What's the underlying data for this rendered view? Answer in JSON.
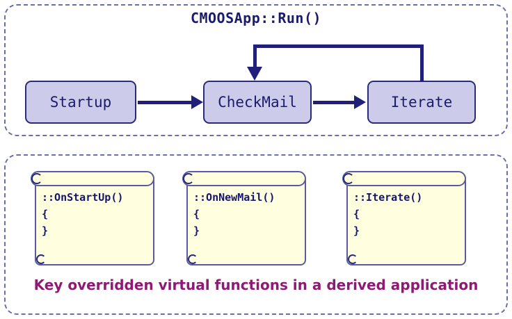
{
  "diagram": {
    "background_color": "#ffffff",
    "accent_colors": {
      "panel_border": "#6d6dae",
      "box_fill": "#ccccea",
      "box_border": "#2a2a78",
      "arrow": "#20207a",
      "text_navy": "#1b1b6e",
      "note_fill": "#ffffe0",
      "note_border": "#5a5a9e",
      "caption": "#8e1a74"
    }
  },
  "run_panel": {
    "title": "CMOOSApp::Run()",
    "boxes": [
      {
        "id": "startup",
        "label": "Startup"
      },
      {
        "id": "checkmail",
        "label": "CheckMail"
      },
      {
        "id": "iterate",
        "label": "Iterate"
      }
    ],
    "connections": [
      {
        "from": "Startup",
        "to": "CheckMail",
        "style": "straight-arrow"
      },
      {
        "from": "CheckMail",
        "to": "Iterate",
        "style": "straight-arrow"
      },
      {
        "from": "Iterate",
        "to": "CheckMail",
        "style": "feedback-loop-above"
      }
    ]
  },
  "overrides_panel": {
    "caption": "Key overridden virtual functions in a derived application",
    "notes": [
      {
        "id": "onstartup",
        "code": "::OnStartUp()\n{\n}"
      },
      {
        "id": "onnewmail",
        "code": "::OnNewMail()\n{\n}"
      },
      {
        "id": "iterate",
        "code": "::Iterate()\n{\n}"
      }
    ]
  }
}
